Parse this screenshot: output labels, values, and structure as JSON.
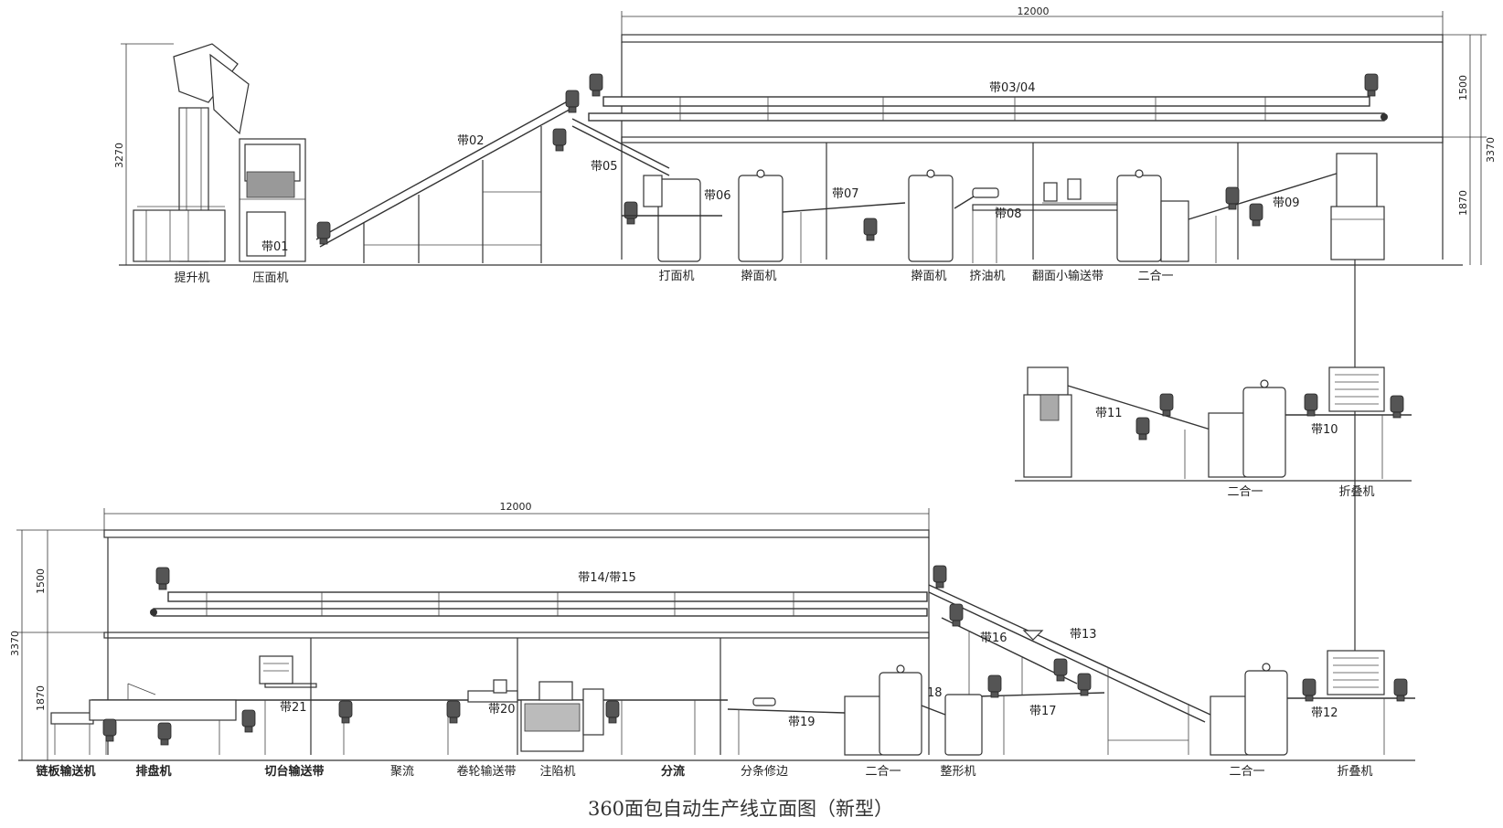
{
  "title": "360面包自动生产线立面图（新型）",
  "dims": {
    "top_width": "12000",
    "top_total": "3370",
    "top_upper": "1500",
    "top_lower": "1870",
    "top_lift": "3270",
    "bot_width": "12000",
    "bot_total": "3370",
    "bot_upper": "1500",
    "bot_lower": "1870"
  },
  "belts": {
    "b01": "带01",
    "b02": "带02",
    "b0304": "带03/04",
    "b05": "带05",
    "b06": "带06",
    "b07": "带07",
    "b08": "带08",
    "b09": "带09",
    "b10": "带10",
    "b11": "带11",
    "b12": "带12",
    "b13": "带13",
    "b1415": "带14/带15",
    "b16": "带16",
    "b17": "带17",
    "b18": "18",
    "b19": "带19",
    "b20": "带20",
    "b21": "带21"
  },
  "machines_top": {
    "lift": "提升机",
    "press": "压面机",
    "mixer": "打面机",
    "sheeter1": "擀面机",
    "sheeter2": "擀面机",
    "oil": "挤油机",
    "flip": "翻面小输送带",
    "combine": "二合一"
  },
  "machines_mid": {
    "combine": "二合一",
    "fold": "折叠机"
  },
  "machines_bot": {
    "chain": "链板输送机",
    "tray": "排盘机",
    "cut": "切台输送带",
    "gather": "聚流",
    "roll": "卷轮输送带",
    "filler": "注陷机",
    "split": "分流",
    "trim": "分条修边",
    "combine1": "二合一",
    "shaper": "整形机",
    "combine2": "二合一",
    "fold": "折叠机"
  }
}
